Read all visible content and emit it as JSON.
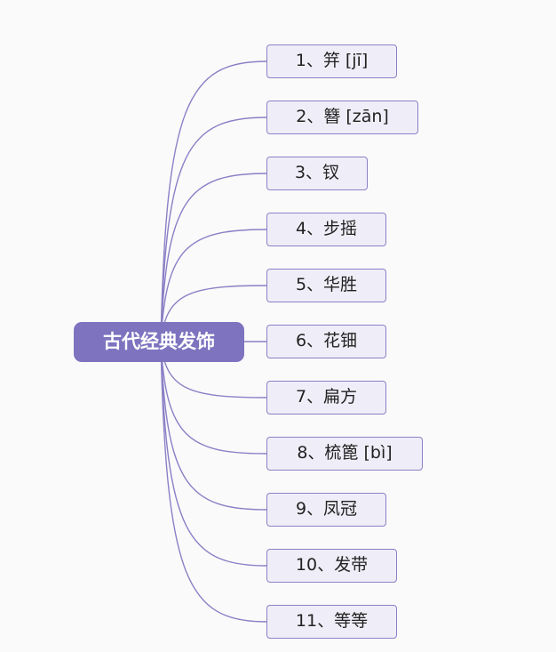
{
  "mindmap": {
    "root": {
      "label": "古代经典发饰"
    },
    "colors": {
      "root_fill": "#7d73bf",
      "line": "#8a80c6",
      "leaf_fill": "#efeef8",
      "leaf_border": "#8a80c6"
    },
    "branches": [
      {
        "label": "1、笄 [jī]"
      },
      {
        "label": "2、簪 [zān]"
      },
      {
        "label": "3、钗"
      },
      {
        "label": "4、步摇"
      },
      {
        "label": "5、华胜"
      },
      {
        "label": "6、花钿"
      },
      {
        "label": "7、扁方"
      },
      {
        "label": "8、梳篦 [bì]"
      },
      {
        "label": "9、凤冠"
      },
      {
        "label": "10、发带"
      },
      {
        "label": "11、等等"
      }
    ]
  }
}
